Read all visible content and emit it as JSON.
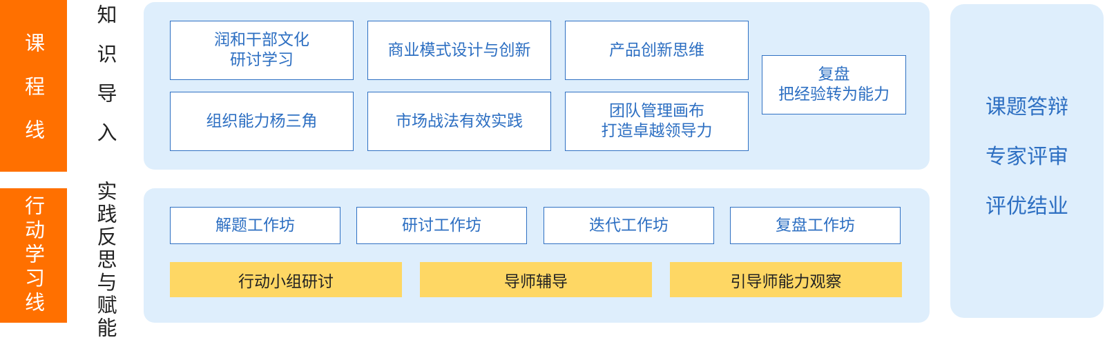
{
  "sidebar": {
    "course_line": "课程线",
    "action_learning_line": "行动学习线"
  },
  "labels": {
    "knowledge_import": "知识导入",
    "practice_reflection": "实践反思与赋能"
  },
  "knowledge_modules": [
    "润和干部文化\n研讨学习",
    "商业模式设计与创新",
    "产品创新思维",
    "组织能力杨三角",
    "市场战法有效实践",
    "团队管理画布\n打造卓越领导力",
    "复盘\n把经验转为能力"
  ],
  "workshops": [
    "解题工作坊",
    "研讨工作坊",
    "迭代工作坊",
    "复盘工作坊"
  ],
  "support_activities": [
    "行动小组研讨",
    "导师辅导",
    "引导师能力观察"
  ],
  "evaluation": [
    "课题答辩",
    "专家评审",
    "评优结业"
  ],
  "colors": {
    "accent_orange": "#ff7000",
    "panel_blue": "#deeefc",
    "border_blue": "#2d6fc2",
    "highlight_yellow": "#fed764"
  }
}
